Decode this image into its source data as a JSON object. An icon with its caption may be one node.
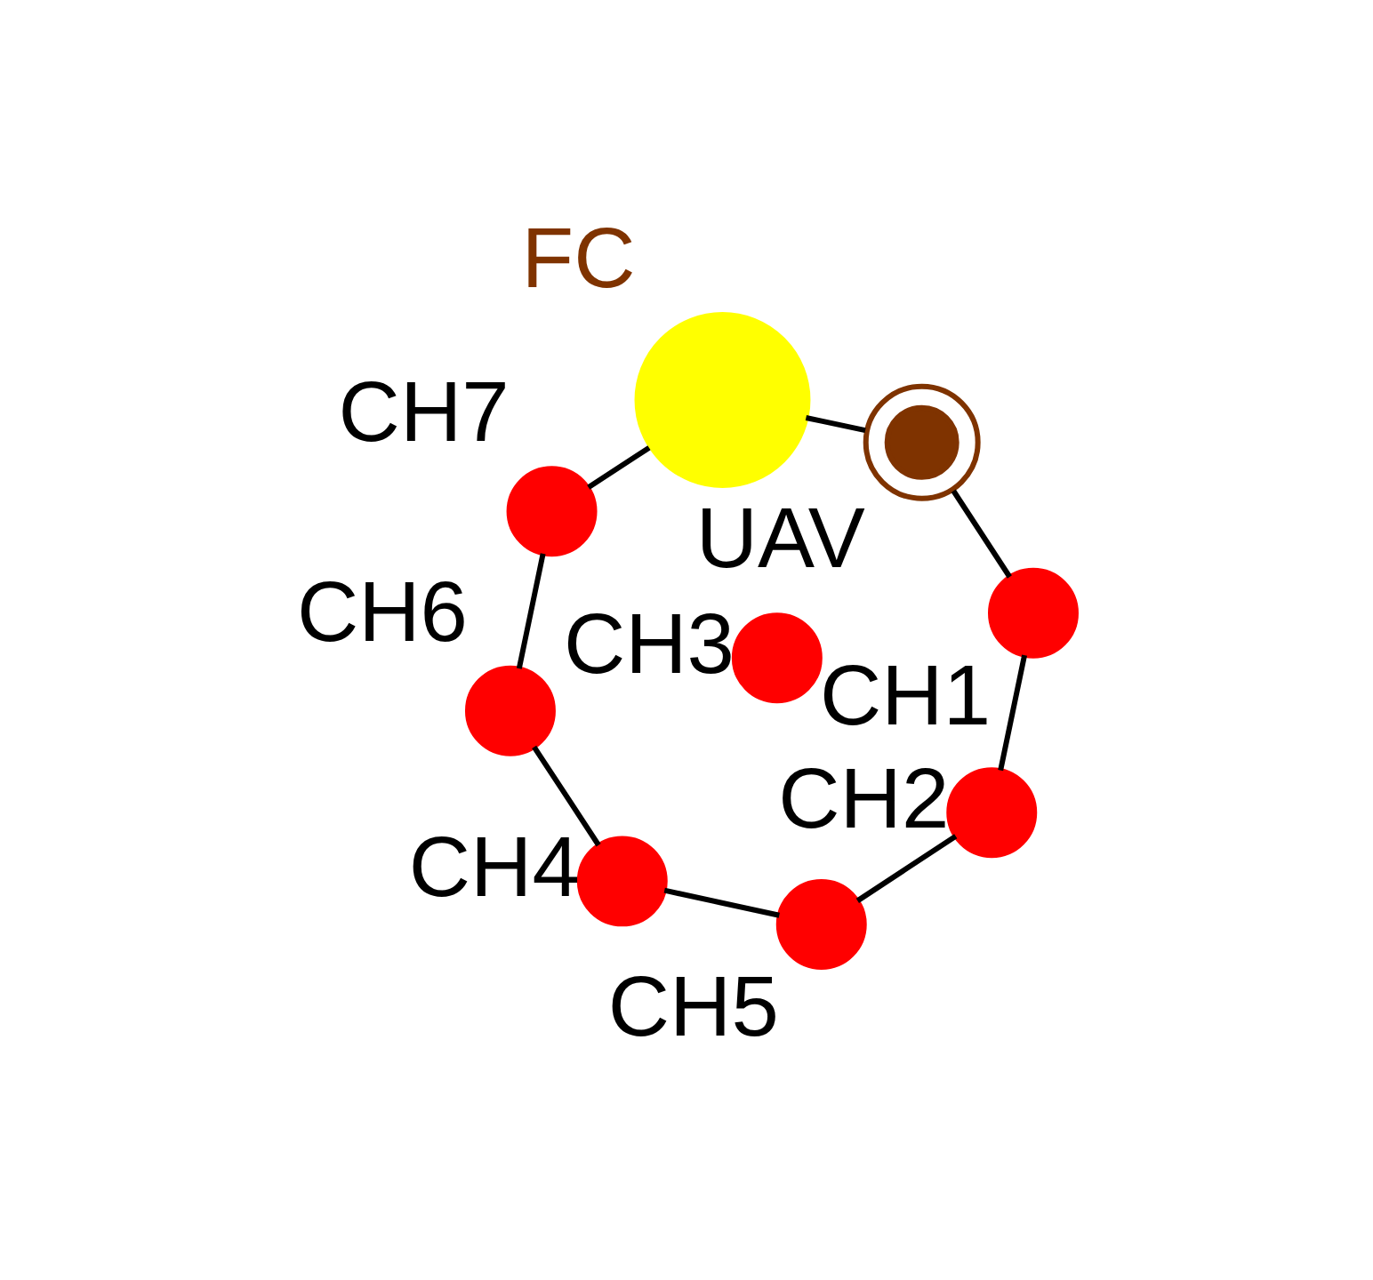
{
  "diagram": {
    "nodes": [
      {
        "text": [],
        "shape": "circle",
        "beside": [
          "CH7"
        ]
      },
      {
        "text": [],
        "shape": "circle",
        "beside": [
          "CH6"
        ]
      },
      {
        "text": [],
        "shape": "circle",
        "beside": [
          "CH4"
        ]
      },
      {
        "text": [],
        "shape": "circle",
        "beside": [
          "FC"
        ]
      },
      {
        "text": [],
        "shape": "circle",
        "beside": [
          "CH5"
        ]
      },
      {
        "text": [],
        "shape": "drone",
        "beside": [
          "UAV"
        ]
      },
      {
        "text": [],
        "shape": "circle",
        "beside": [
          "CH2"
        ]
      },
      {
        "text": [],
        "shape": "circle",
        "beside": [
          "CH1"
        ]
      },
      {
        "text": [],
        "shape": "circle",
        "beside": [
          "CH3"
        ]
      }
    ],
    "edges": [
      {
        "from": 3,
        "to": 0,
        "arrow": "none"
      },
      {
        "from": 0,
        "to": 1,
        "arrow": "none"
      },
      {
        "from": 1,
        "to": 2,
        "arrow": "none"
      },
      {
        "from": 2,
        "to": 4,
        "arrow": "none"
      },
      {
        "from": 4,
        "to": 6,
        "arrow": "none"
      },
      {
        "from": 6,
        "to": 7,
        "arrow": "none"
      },
      {
        "from": 7,
        "to": 5,
        "arrow": "none"
      },
      {
        "from": 5,
        "to": 3,
        "arrow": "none"
      }
    ]
  }
}
